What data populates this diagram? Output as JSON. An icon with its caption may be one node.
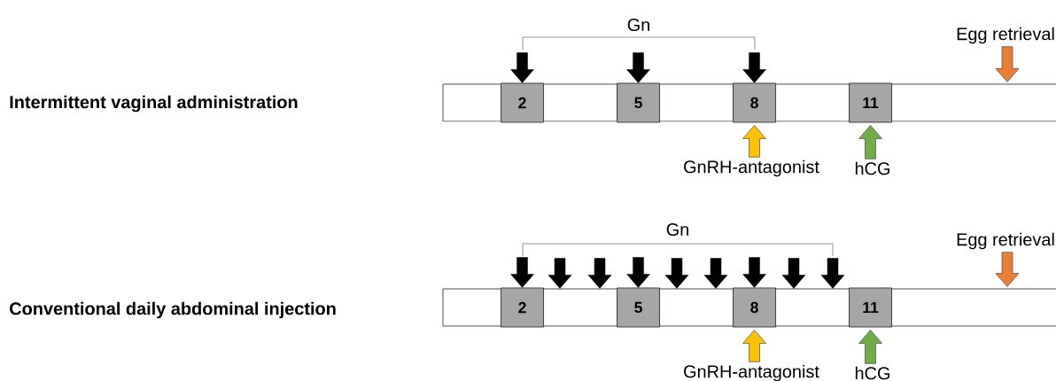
{
  "diagram": {
    "nodes": [
      {
        "text": [],
        "shape": "bar"
      },
      {
        "text": [
          "2"
        ],
        "in": 0
      },
      {
        "text": [
          "5"
        ],
        "in": 0
      },
      {
        "text": [
          "8"
        ],
        "in": 0
      },
      {
        "text": [
          "11"
        ],
        "in": 0
      },
      {
        "text": [
          "GnRH-antagonist"
        ]
      },
      {
        "text": [
          "hCG"
        ]
      },
      {
        "text": [
          "Egg retrieval"
        ]
      },
      {
        "text": [],
        "shape": "bar"
      },
      {
        "text": [
          "2"
        ],
        "in": 8
      },
      {
        "text": [
          "5"
        ],
        "in": 8
      },
      {
        "text": [
          "8"
        ],
        "in": 8
      },
      {
        "text": [
          "11"
        ],
        "in": 8
      },
      {
        "text": [
          "GnRH-antagonist"
        ]
      },
      {
        "text": [
          "hCG"
        ]
      },
      {
        "text": [
          "Egg retrieval"
        ]
      }
    ],
    "edges": [
      {
        "from": null,
        "to": 1,
        "arrow": "to"
      },
      {
        "from": null,
        "to": 2,
        "arrow": "to"
      },
      {
        "from": null,
        "to": 3,
        "arrow": "to"
      },
      {
        "from": 5,
        "to": 3,
        "arrow": "to",
        "color": "#ffc000"
      },
      {
        "from": 6,
        "to": 4,
        "arrow": "to",
        "color": "#70ad47"
      },
      {
        "from": 7,
        "to": 0,
        "arrow": "to",
        "color": "#ed7d31"
      },
      {
        "from": null,
        "to": 9,
        "arrow": "to"
      },
      {
        "from": null,
        "to": 8,
        "arrow": "to"
      },
      {
        "from": null,
        "to": 8,
        "arrow": "to"
      },
      {
        "from": null,
        "to": 10,
        "arrow": "to"
      },
      {
        "from": null,
        "to": 8,
        "arrow": "to"
      },
      {
        "from": null,
        "to": 8,
        "arrow": "to"
      },
      {
        "from": null,
        "to": 11,
        "arrow": "to"
      },
      {
        "from": null,
        "to": 8,
        "arrow": "to"
      },
      {
        "from": null,
        "to": 8,
        "arrow": "to"
      },
      {
        "from": 13,
        "to": 11,
        "arrow": "to",
        "color": "#ffc000"
      },
      {
        "from": 14,
        "to": 12,
        "arrow": "to",
        "color": "#70ad47"
      },
      {
        "from": 15,
        "to": 8,
        "arrow": "to",
        "color": "#ed7d31"
      }
    ],
    "labels": [
      "Gn",
      "Intermittent vaginal administration",
      "Gn",
      "Conventional daily abdominal injection"
    ]
  }
}
